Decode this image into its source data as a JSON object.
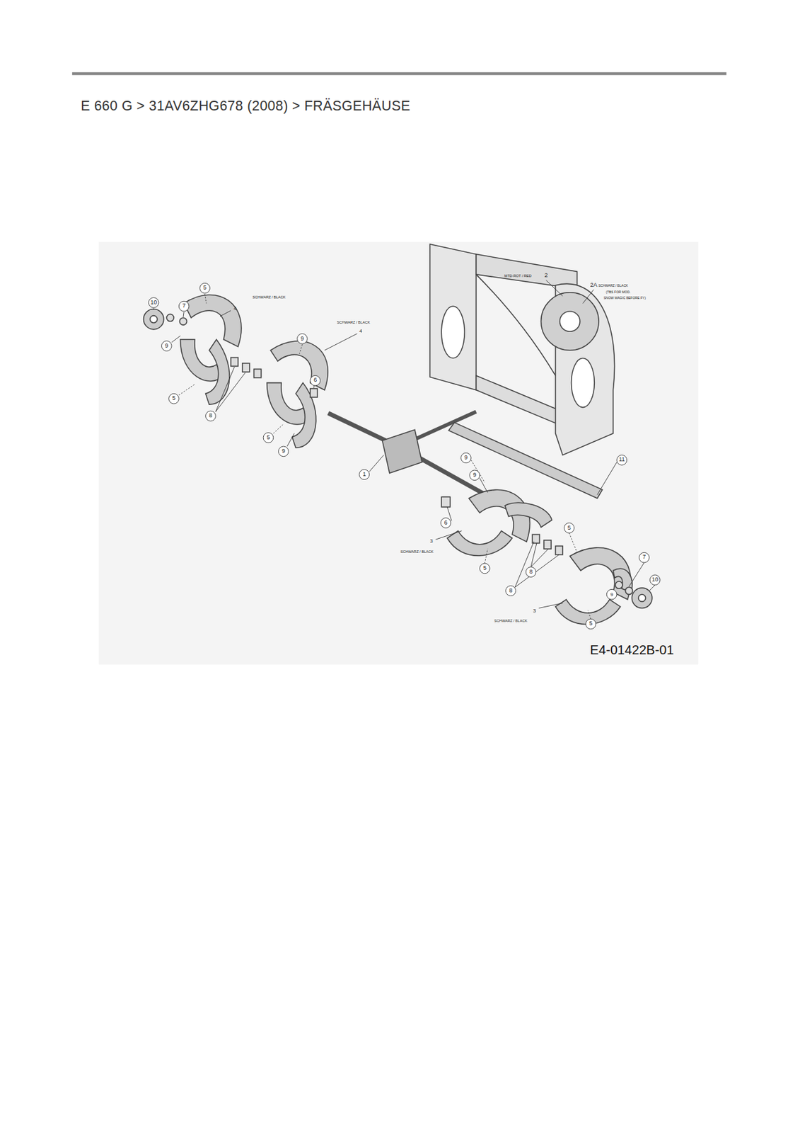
{
  "diagram": {
    "title": "E 660 G  >  31AV6ZHG678 (2008)  >  FRÄSGEHÄUSE",
    "labels": [
      "10",
      "7",
      "5",
      "SCHWARZ / BLACK",
      "4",
      "9",
      "5",
      "8",
      "9",
      "SCHWARZ / BLACK",
      "4",
      "6",
      "5",
      "9",
      "1",
      "MTD-ROT / RED",
      "2",
      "2A",
      "SCHWARZ / BLACK",
      "(TBS FOR MOD.",
      "SNOW MAGIC BEFORE FY)",
      "11",
      "9",
      "9",
      "6",
      "3",
      "SCHWARZ / BLACK",
      "5",
      "8",
      "8",
      "5",
      "9",
      "7",
      "10",
      "3",
      "SCHWARZ / BLACK",
      "5",
      "E4-01422B-01"
    ]
  }
}
